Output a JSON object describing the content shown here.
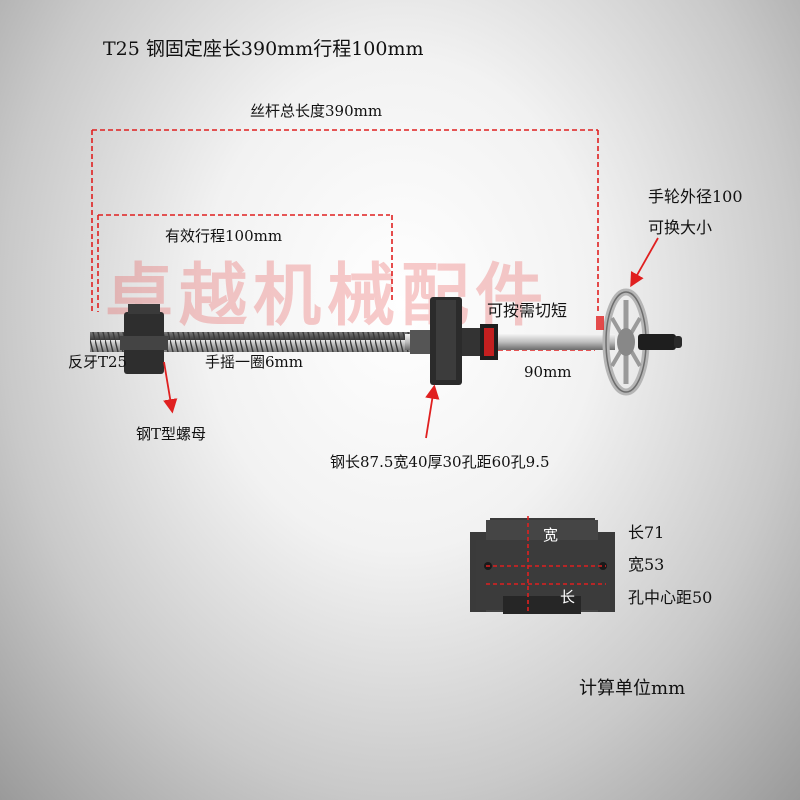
{
  "title": "T25 钢固定座长390mm行程100mm",
  "labels": {
    "total_length": "丝杆总长度390mm",
    "effective_stroke": "有效行程100mm",
    "handwheel_diameter": "手轮外径100",
    "handwheel_replaceable": "可换大小",
    "cut_to_length": "可按需切短",
    "reverse_thread": "反牙T25",
    "per_turn": "手摇一圈6mm",
    "length_90": "90mm",
    "nut_type": "钢T型螺母",
    "seat_spec": "钢长87.5宽40厚30孔距60孔9.5",
    "block_width_label": "宽",
    "block_length_label": "长",
    "block_length": "长71",
    "block_width": "宽53",
    "block_hole_distance": "孔中心距50",
    "unit": "计算单位mm"
  },
  "watermark": "卓越机械配件",
  "colors": {
    "annotation": "#e02020",
    "background": "#e8e8e8",
    "steel_dark": "#2f2f2f"
  }
}
